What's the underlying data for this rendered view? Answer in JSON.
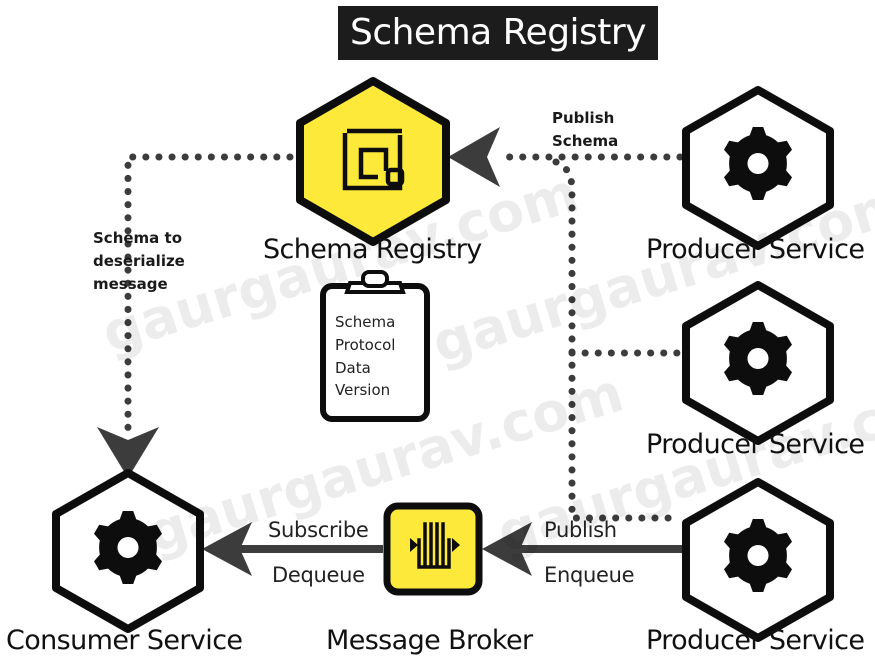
{
  "title": "Schema Registry",
  "nodes": {
    "schema_registry": "Schema Registry",
    "producer_1": "Producer Service",
    "producer_2": "Producer Service",
    "producer_3": "Producer Service",
    "consumer": "Consumer Service",
    "broker": "Message Broker"
  },
  "edge_labels": {
    "publish_schema": [
      "Publish",
      "Schema"
    ],
    "schema_to_deserialize": [
      "Schema to",
      "deserialize",
      "message"
    ],
    "subscribe": "Subscribe",
    "dequeue": "Dequeue",
    "publish": "Publish",
    "enqueue": "Enqueue"
  },
  "clipboard": [
    "Schema",
    "Protocol",
    "Data",
    "Version"
  ],
  "watermark": "gaurgaurav.com",
  "icons": [
    "registry-icon",
    "gear-icon",
    "queue-icon",
    "clipboard-icon"
  ],
  "colors": {
    "accent": "#fde93a",
    "ink": "#111111",
    "title_bg": "#1c1c1c",
    "arrow": "#3c3c3c"
  }
}
